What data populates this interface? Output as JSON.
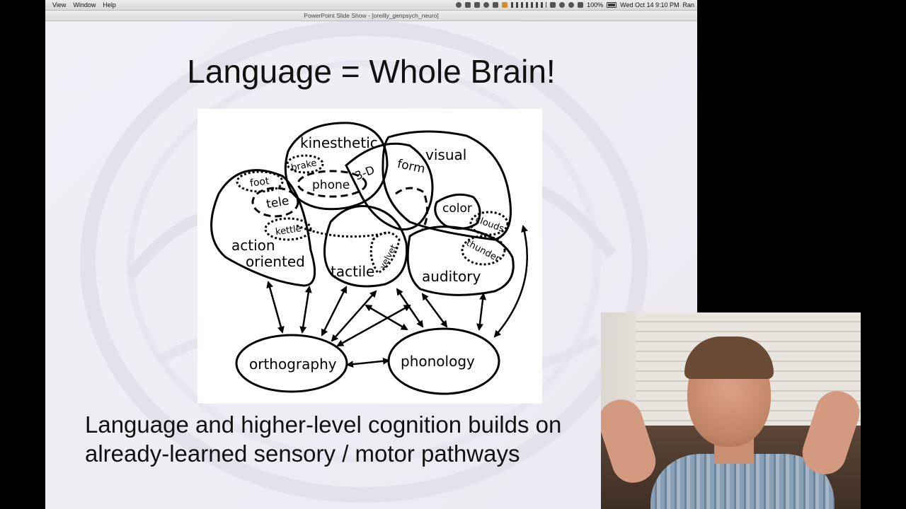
{
  "menubar": {
    "menus": [
      "View",
      "Window",
      "Help"
    ],
    "battery_percent": "100%",
    "clock": "Wed Oct 14  9:10 PM",
    "user": "Ran"
  },
  "window": {
    "title": "PowerPoint Slide Show - [oreilly_genpsych_neuro]"
  },
  "slide": {
    "title": "Language = Whole Brain!",
    "body_lines": [
      "Language and higher-level cognition builds on",
      "already-learned sensory / motor pathways"
    ]
  },
  "diagram": {
    "regions": {
      "kinesthetic": "kinesthetic",
      "visual": "visual",
      "action_line1": "action",
      "action_line2": "oriented",
      "tactile": "tactile",
      "auditory": "auditory",
      "orthography": "orthography",
      "phonology": "phonology"
    },
    "concepts": {
      "brake": "brake",
      "foot": "foot",
      "phone": "phone",
      "three_d": "3-D",
      "form": "form",
      "tele": "tele",
      "kettle": "kettle",
      "color": "color",
      "clouds": "clouds",
      "thunder": "thunder",
      "velvet": "velvet"
    }
  }
}
